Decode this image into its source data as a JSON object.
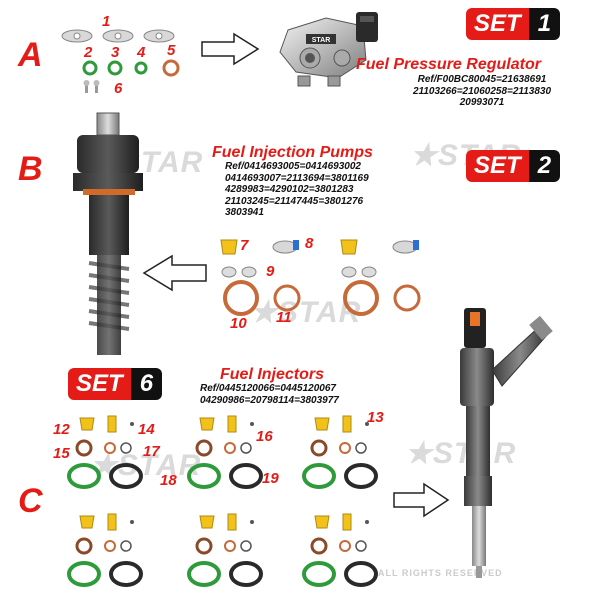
{
  "brand": {
    "watermark": "STAR",
    "footer": "ALL RIGHTS RESERVED",
    "logo_text": "STAR"
  },
  "colors": {
    "accent": "#e41b17",
    "dark": "#111111",
    "oring_green": "#2e9a3a",
    "oring_black": "#2a2a2a",
    "seal_copper": "#c76a3a",
    "cap_yellow": "#f2c21a"
  },
  "sections": {
    "a": {
      "letter": "A",
      "set_label": "SET",
      "set_number": "1",
      "title": "Fuel Pressure Regulator",
      "refs": [
        "Ref/F00BC80045=21638691",
        "21103266=21060258=2113830",
        "20993071"
      ],
      "parts": [
        "1",
        "2",
        "3",
        "4",
        "5",
        "6"
      ]
    },
    "b": {
      "letter": "B",
      "set_label": "SET",
      "set_number": "2",
      "title": "Fuel Injection Pumps",
      "refs": [
        "Ref/0414693005=0414693002",
        "0414693007=2113694=3801169",
        "4289983=4290102=3801283",
        "21103245=21147445=3801276",
        "3803941"
      ],
      "parts": [
        "7",
        "8",
        "9",
        "10",
        "11"
      ]
    },
    "c": {
      "letter": "C",
      "set_label": "SET",
      "set_number": "6",
      "title": "Fuel Injectors",
      "refs": [
        "Ref/0445120066=0445120067",
        "04290986=20798114=3803977"
      ],
      "parts": [
        "12",
        "13",
        "14",
        "15",
        "16",
        "17",
        "18",
        "19"
      ]
    }
  },
  "icons": {
    "arrow_right": "outline-arrow-right-icon",
    "arrow_left": "outline-arrow-left-icon"
  }
}
